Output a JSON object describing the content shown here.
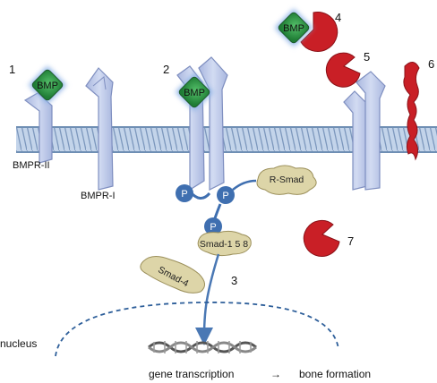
{
  "colors": {
    "membrane_dark": "#6f8fb4",
    "membrane_light": "#c3d4ea",
    "receptor_fill": "#b9c6e6",
    "receptor_stroke": "#7f8fc0",
    "bmp_green": "#2e9a45",
    "glow": "#8fb4e6",
    "antagonist_red": "#c91f26",
    "phosphate_blue": "#3f6fb0",
    "smad_fill": "#ddd5a8",
    "arrow_blue": "#4a78b4",
    "nucleus_dash": "#2e5f9a"
  },
  "labels": {
    "bmp": "BMP",
    "bmpr2": "BMPR-II",
    "bmpr1": "BMPR-I",
    "phos": "P",
    "rsmad": "R-Smad",
    "smad158": "Smad-1 5 8",
    "smad4": "Smad-4",
    "nucleus": "nucleus",
    "gene_transcription": "gene transcription",
    "arrow": "→",
    "bone_formation": "bone formation"
  },
  "numbers": {
    "n1": "1",
    "n2": "2",
    "n3": "3",
    "n4": "4",
    "n5": "5",
    "n6": "6",
    "n7": "7"
  }
}
